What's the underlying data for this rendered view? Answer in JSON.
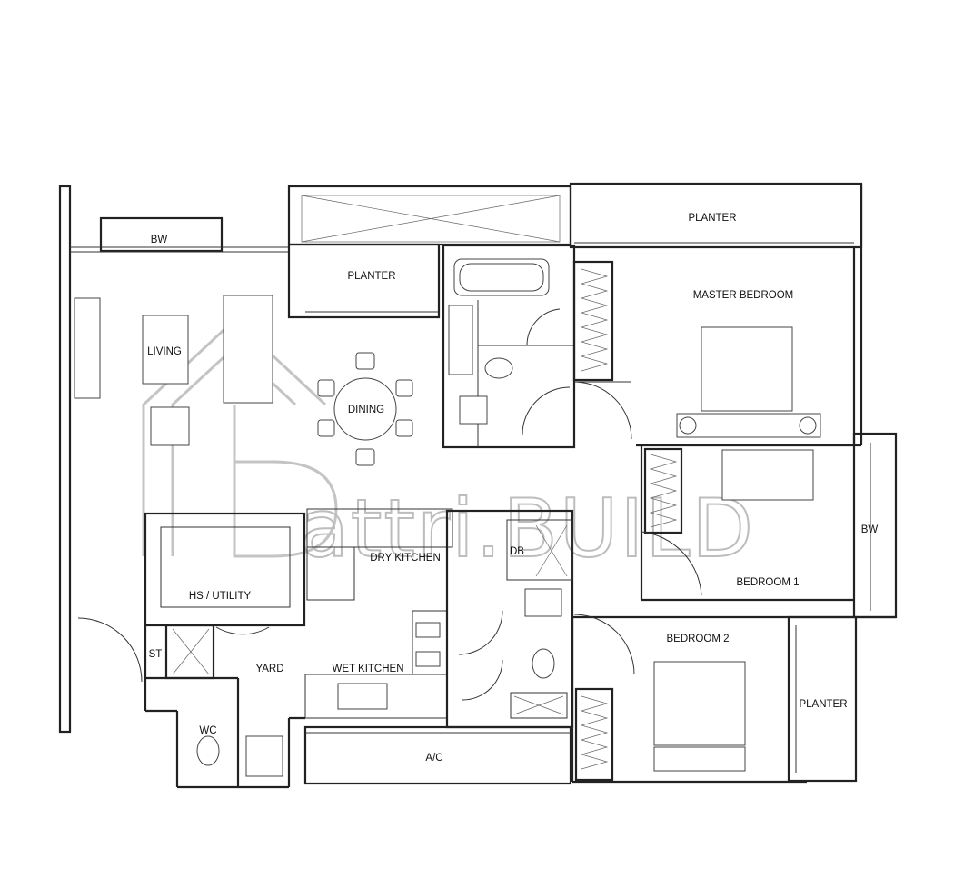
{
  "rooms": {
    "bw_top": "BW",
    "planter_top_right": "PLANTER",
    "planter_mid": "PLANTER",
    "master_bedroom": "MASTER BEDROOM",
    "living": "LIVING",
    "dining": "DINING",
    "bw_right": "BW",
    "dry_kitchen": "DRY KITCHEN",
    "db": "DB",
    "hs_utility": "HS / UTILITY",
    "bedroom_1": "BEDROOM 1",
    "bedroom_2": "BEDROOM 2",
    "st": "ST",
    "yard": "YARD",
    "wet_kitchen": "WET KITCHEN",
    "wc": "WC",
    "planter_right": "PLANTER",
    "ac": "A/C"
  },
  "watermark": {
    "text": "attri.BUILD",
    "color": "#c4c4c4"
  },
  "colors": {
    "line": "#222222",
    "background": "#ffffff"
  }
}
